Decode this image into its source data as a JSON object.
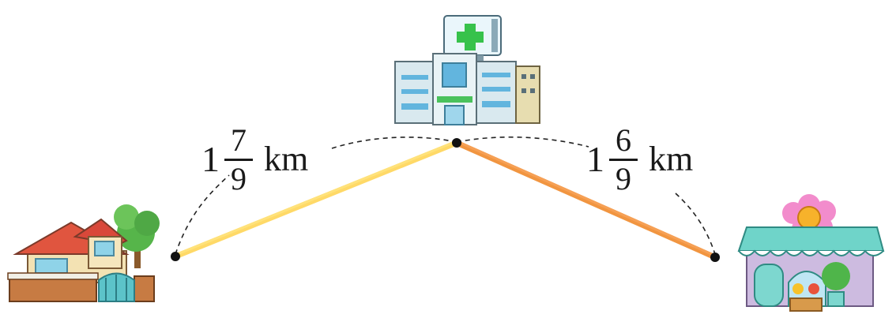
{
  "distances": {
    "left": {
      "whole": "1",
      "numerator": "7",
      "denominator": "9",
      "unit": "km"
    },
    "right": {
      "whole": "1",
      "numerator": "6",
      "denominator": "9",
      "unit": "km"
    }
  },
  "places": {
    "left": {
      "icon": "house-icon"
    },
    "top": {
      "icon": "hospital-icon"
    },
    "right": {
      "icon": "flower-shop-icon"
    }
  },
  "colors": {
    "left_path": "#ffd34d",
    "right_path": "#f08a2c",
    "points": "#111111",
    "arc": "#222222"
  }
}
